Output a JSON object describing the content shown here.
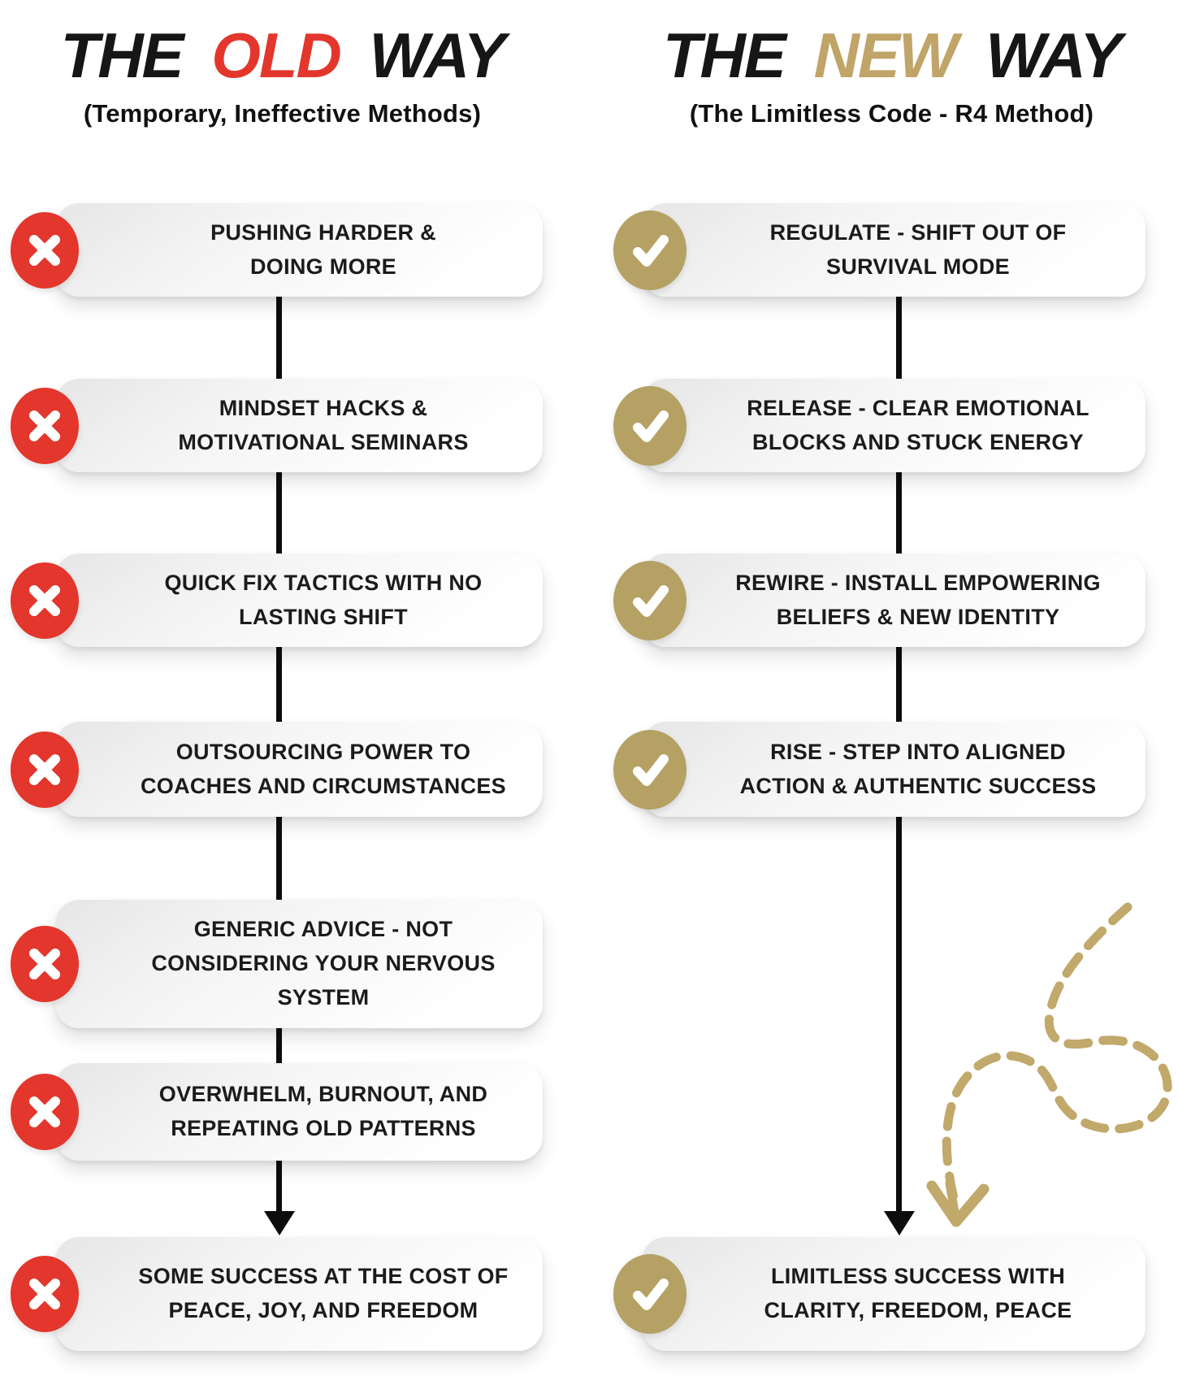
{
  "colors": {
    "old_accent": "#e3362c",
    "new_accent": "#c0a468",
    "check_circle_gold": "#b5a164",
    "connector_black": "#0d0d0d",
    "box_text": "#1b1b1b"
  },
  "old_way": {
    "title": {
      "pre": "THE",
      "highlight": "OLD",
      "post": "WAY"
    },
    "subtitle": "(Temporary, Ineffective Methods)",
    "icon": "x-cross-icon",
    "steps": [
      {
        "label": "PUSHING HARDER &\nDOING MORE"
      },
      {
        "label": "MINDSET HACKS &\nMOTIVATIONAL SEMINARS"
      },
      {
        "label": "QUICK FIX TACTICS WITH NO\nLASTING SHIFT"
      },
      {
        "label": "OUTSOURCING POWER TO\nCOACHES AND CIRCUMSTANCES"
      },
      {
        "label": "GENERIC ADVICE - NOT\nCONSIDERING YOUR NERVOUS\nSYSTEM"
      },
      {
        "label": "OVERWHELM, BURNOUT, AND\nREPEATING OLD PATTERNS"
      },
      {
        "label": "SOME SUCCESS AT THE COST OF\nPEACE, JOY, AND FREEDOM"
      }
    ]
  },
  "new_way": {
    "title": {
      "pre": "THE",
      "highlight": "NEW",
      "post": "WAY"
    },
    "subtitle": "(The Limitless Code - R4 Method)",
    "icon": "checkmark-icon",
    "steps": [
      {
        "label": "REGULATE - SHIFT OUT OF\nSURVIVAL MODE"
      },
      {
        "label": "RELEASE - CLEAR EMOTIONAL\nBLOCKS AND STUCK ENERGY"
      },
      {
        "label": "REWIRE - INSTALL EMPOWERING\nBELIEFS & NEW IDENTITY"
      },
      {
        "label": "RISE - STEP INTO  ALIGNED\nACTION & AUTHENTIC SUCCESS"
      },
      {
        "label": "LIMITLESS SUCCESS WITH\nCLARITY, FREEDOM, PEACE"
      }
    ]
  }
}
